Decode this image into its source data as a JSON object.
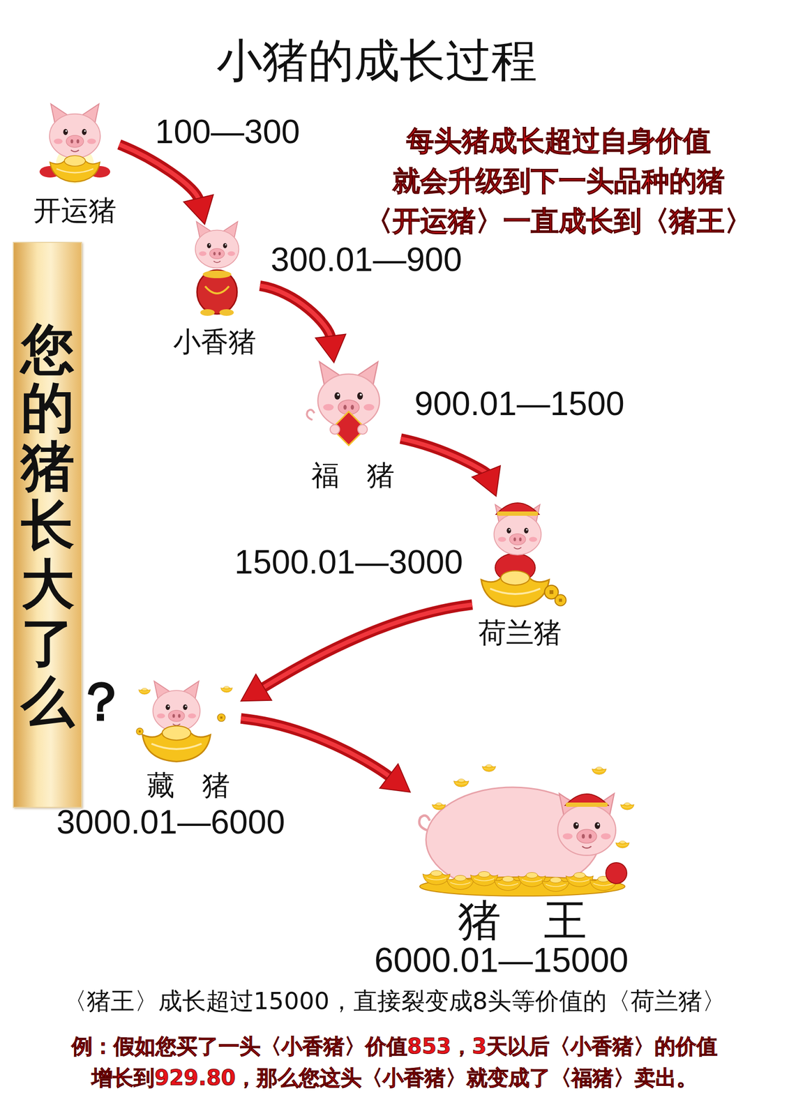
{
  "diagram": {
    "title": "小猪的成长过程",
    "nodes": [
      {
        "text": [
          "开运猪",
          "100—300"
        ]
      },
      {
        "text": [
          "小香猪",
          "300.01—900"
        ]
      },
      {
        "text": [
          "福　猪",
          "900.01—1500"
        ]
      },
      {
        "text": [
          "荷兰猪",
          "1500.01—3000"
        ]
      },
      {
        "text": [
          "藏　猪",
          "3000.01—6000"
        ]
      },
      {
        "text": [
          "猪　王",
          "6000.01—15000"
        ]
      },
      {
        "text": [
          "您的猪长大了么？"
        ]
      }
    ],
    "edges": [
      {
        "from": 0,
        "to": 1,
        "arrow": "to"
      },
      {
        "from": 1,
        "to": 2,
        "arrow": "to"
      },
      {
        "from": 2,
        "to": 3,
        "arrow": "to"
      },
      {
        "from": 3,
        "to": 4,
        "arrow": "to"
      },
      {
        "from": 4,
        "to": 5,
        "arrow": "to"
      }
    ],
    "labels": [
      "每头猪成长超过自身价值 就会升级到下一头品种的猪 〈开运猪〉一直成长到〈猪王〉",
      "〈猪王〉成长超过15000，直接裂变成8头等价值的〈荷兰猪〉",
      "例：假如您买了一头〈小香猪〉价值853，3天以后〈小香猪〉的价值 增长到929.80，那么您这头〈小香猪〉就变成了〈福猪〉卖出。"
    ]
  }
}
